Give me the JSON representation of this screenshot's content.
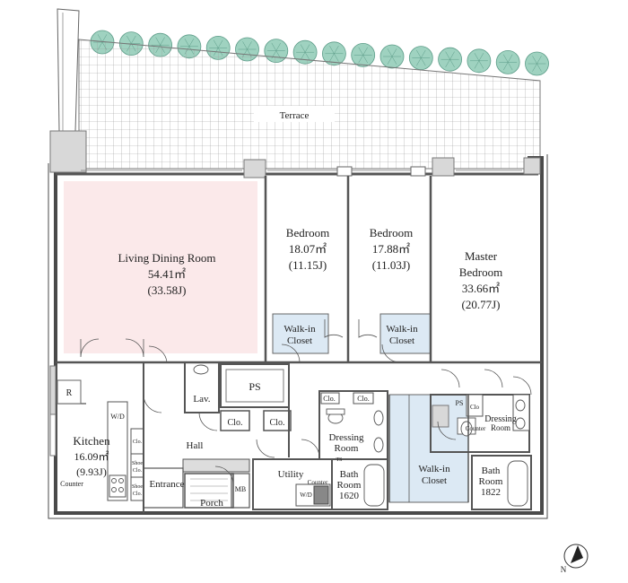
{
  "rooms": {
    "terrace": "Terrace",
    "living": {
      "name": "Living Dining Room",
      "area": "54.41㎡",
      "jo": "(33.58J)"
    },
    "bedroom1": {
      "name": "Bedroom",
      "area": "18.07㎡",
      "jo": "(11.15J)"
    },
    "bedroom2": {
      "name": "Bedroom",
      "area": "17.88㎡",
      "jo": "(11.03J)"
    },
    "master": {
      "name1": "Master",
      "name2": "Bedroom",
      "area": "33.66㎡",
      "jo": "(20.77J)"
    },
    "wic1": {
      "l1": "Walk-in",
      "l2": "Closet"
    },
    "wic2": {
      "l1": "Walk-in",
      "l2": "Closet"
    },
    "wic3": {
      "l1": "Walk-in",
      "l2": "Closet"
    },
    "kitchen": {
      "name": "Kitchen",
      "area": "16.09㎡",
      "jo": "(9.93J)"
    },
    "r": "R",
    "wd_kitchen": "W/D",
    "counter_kitchen": "Counter",
    "lav": "Lav.",
    "ps1": "PS",
    "ps2": "PS",
    "clo1": "Clo.",
    "clo2": "Clo.",
    "clo3": "Clo.",
    "clo4": "Clo.",
    "clo5": "Clo",
    "clo_k": "Clo.",
    "hall": "Hall",
    "shoe1": {
      "l1": "Shoe",
      "l2": "Clo."
    },
    "shoe2": {
      "l1": "Shoe",
      "l2": "Clo."
    },
    "entrance": "Entrance",
    "porch": "Porch",
    "mb": "MB",
    "utility": "Utility",
    "counter_util": "Counter",
    "wd_util": "W/D",
    "dressing1": {
      "l1": "Dressing",
      "l2": "Room"
    },
    "dressing2": {
      "l1": "Dressing",
      "l2": "Room"
    },
    "counter_dress": "Counter",
    "ts": "TS",
    "bath1": {
      "l1": "Bath",
      "l2": "Room",
      "l3": "1620"
    },
    "bath2": {
      "l1": "Bath",
      "l2": "Room",
      "l3": "1822"
    }
  },
  "compass": {
    "label": "N"
  },
  "colors": {
    "living_fill": "#fbe9ea",
    "closet_fill": "#dce9f4",
    "tree_fill": "#9fd2c0",
    "tree_stroke": "#5c9c88"
  }
}
